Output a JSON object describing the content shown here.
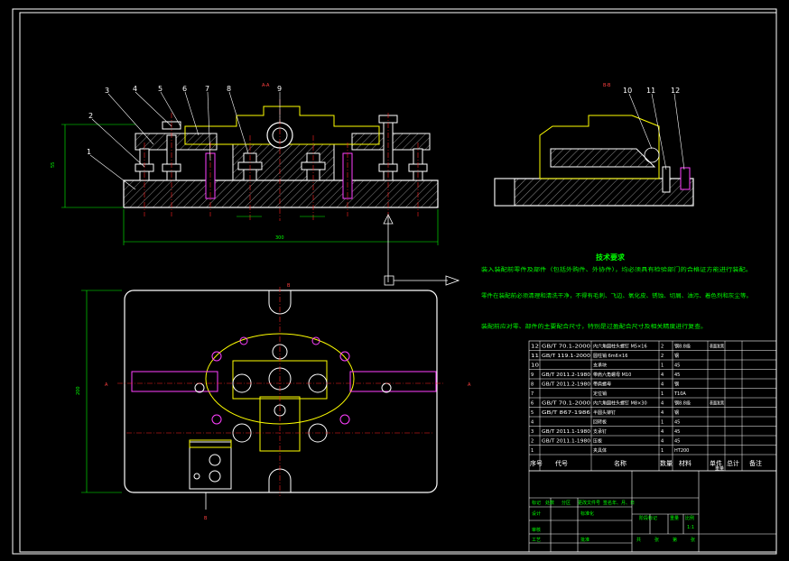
{
  "drawing": {
    "title": "技术要求",
    "notes": [
      "装入装配前零件及部件（包括外购件、外协件），均必须具有检验部门的合格证方能进行装配。",
      "零件在装配前必须清理和清洗干净，不得有毛刺、飞边、氧化皮、锈蚀、切屑、油污、着色剂和灰尘等。",
      "装配前应对零、部件的主要配合尺寸，特别是过盈配合尺寸及相关精度进行复查。"
    ],
    "section_labels": {
      "a": "A-A",
      "b": "B-B",
      "view_a": "A",
      "view_b": "B"
    },
    "dimensions": {
      "overall_height": "55",
      "overall_length": "300",
      "plan_height": "200"
    },
    "balloons_main": [
      "1",
      "2",
      "3",
      "4",
      "5",
      "6",
      "7",
      "8",
      "9"
    ],
    "balloons_side": [
      "10",
      "11",
      "12"
    ],
    "colors": {
      "outline": "#ffffff",
      "yellow": "#ffff00",
      "green": "#00ff00",
      "red": "#ff2020",
      "magenta": "#ff00ff",
      "cyan": "#00ffff",
      "hatch": "#8a8a8a"
    }
  },
  "bom": {
    "rows": [
      [
        "12",
        "GB/T 70.1-2000",
        "内六角圆柱头螺钉 M5×16",
        "2",
        "钢8.8级",
        "表面发黑",
        ""
      ],
      [
        "11",
        "GB/T 119.1-2000",
        "圆柱销 6m6×16",
        "2",
        "钢",
        "",
        ""
      ],
      [
        "10",
        "",
        "支承块",
        "1",
        "45",
        "",
        ""
      ],
      [
        "9",
        "GB/T 2011.2-1980",
        "带肩六角螺母 M10",
        "4",
        "45",
        "",
        ""
      ],
      [
        "8",
        "GB/T 2011.2-1980",
        "带肩螺母",
        "4",
        "钢",
        "",
        ""
      ],
      [
        "7",
        "",
        "定位销",
        "1",
        "T10A",
        "",
        ""
      ],
      [
        "6",
        "GB/T 70.1-2000",
        "内六角圆柱头螺钉 M8×30",
        "4",
        "钢8.8级",
        "表面发黑",
        ""
      ],
      [
        "5",
        "GB/T 867-1986",
        "半圆头铆钉",
        "4",
        "钢",
        "",
        ""
      ],
      [
        "4",
        "",
        "回转板",
        "1",
        "45",
        "",
        ""
      ],
      [
        "3",
        "GB/T 2011.1-1980",
        "支承钉",
        "4",
        "45",
        "",
        ""
      ],
      [
        "2",
        "GB/T 2011.1-1980",
        "压板",
        "4",
        "45",
        "",
        ""
      ],
      [
        "1",
        "",
        "夹具体",
        "1",
        "HT200",
        "",
        ""
      ]
    ],
    "header": {
      "seq": "序号",
      "code": "代号",
      "name": "名称",
      "qty": "数量",
      "material": "材料",
      "unit_wt": "单件",
      "total_wt": "总计",
      "weight": "重量",
      "remark": "备注"
    },
    "title_block": {
      "mark": "标记",
      "count": "处数",
      "zone": "分区",
      "change_no": "更改文件号",
      "sign": "签名",
      "date": "年、月、日",
      "designer": "设计",
      "standard": "标准化",
      "stage": "阶段标记",
      "weight": "重量",
      "scale": "比例",
      "scale_val": "1:1",
      "audit": "审核",
      "process": "工艺",
      "approve": "批准",
      "total": "共",
      "sheet": "张",
      "of": "第",
      "sheet2": "张"
    }
  }
}
